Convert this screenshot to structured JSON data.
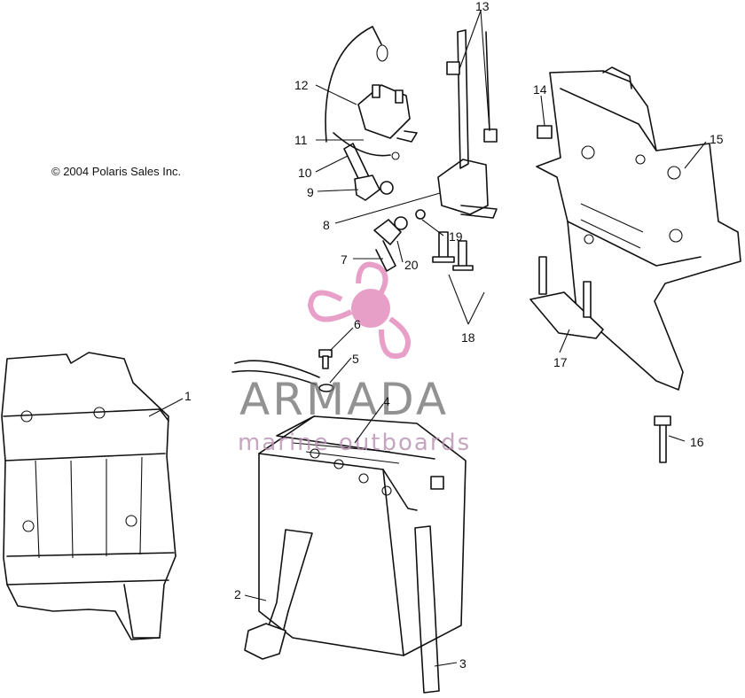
{
  "copyright": "© 2004 Polaris Sales Inc.",
  "watermark": {
    "title": "ARMADA",
    "subtitle": "marine outboards",
    "logo_color": "#e07fb6"
  },
  "callouts": [
    "1",
    "2",
    "3",
    "4",
    "5",
    "6",
    "7",
    "8",
    "9",
    "10",
    "11",
    "12",
    "13",
    "14",
    "15",
    "16",
    "17",
    "18",
    "19",
    "20"
  ]
}
